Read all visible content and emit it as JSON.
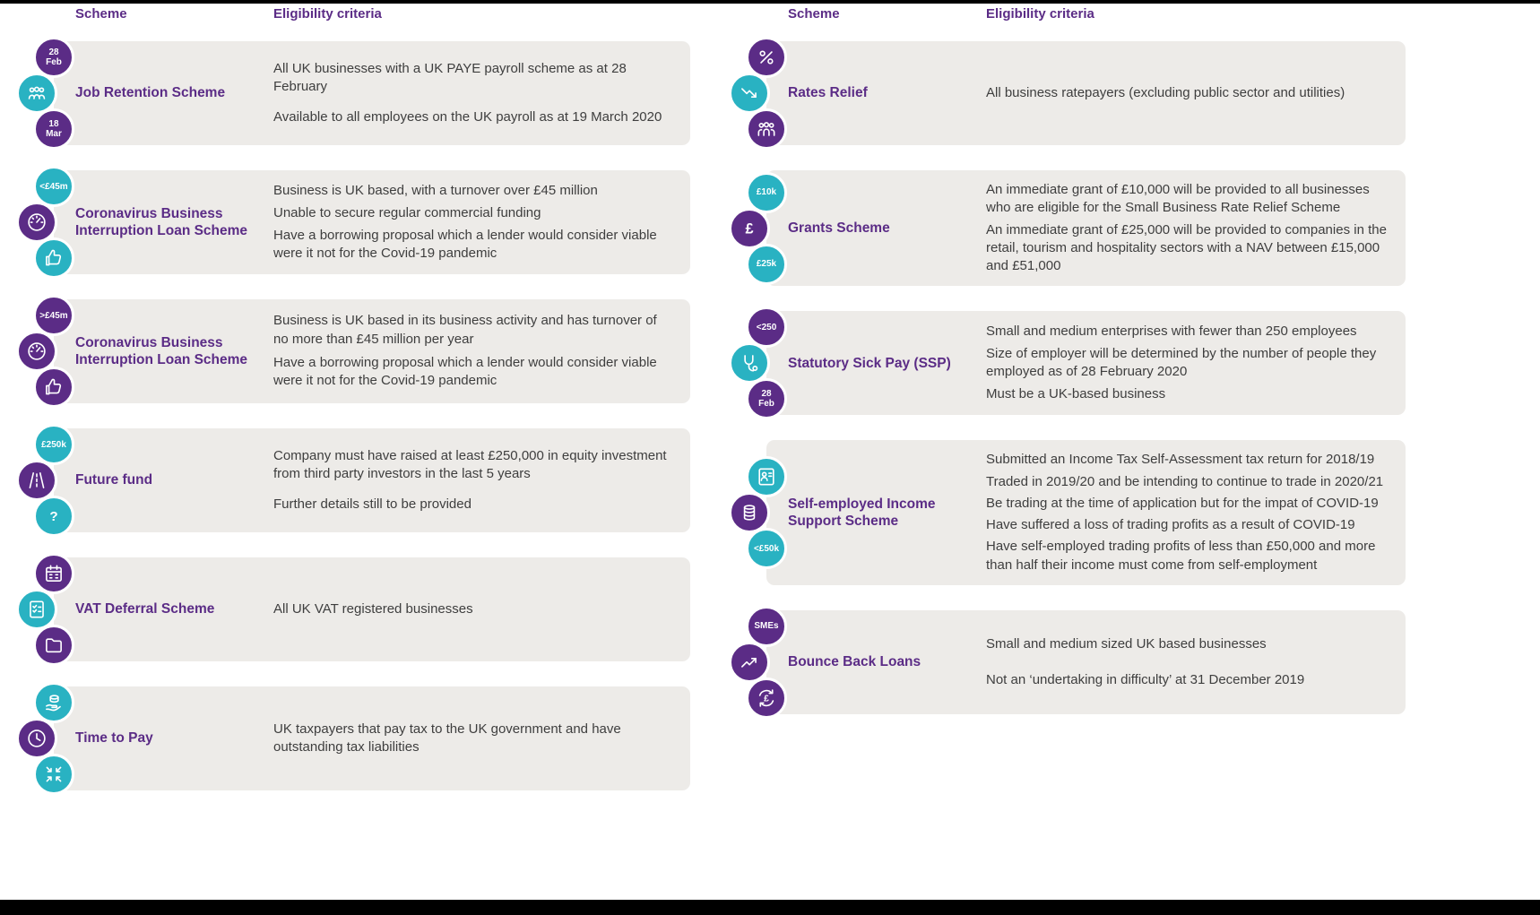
{
  "colors": {
    "purple": "#5b2c86",
    "teal": "#29b2c2",
    "card_bg": "#edebe8",
    "text": "#3e3e3e"
  },
  "columns": [
    {
      "header": {
        "scheme_label": "Scheme",
        "criteria_label": "Eligibility criteria"
      },
      "rows": [
        {
          "name": "Job Retention Scheme",
          "icons": [
            {
              "kind": "badge",
              "color": "purple",
              "text": "28\nFeb",
              "name": "date-28-feb-badge"
            },
            {
              "kind": "glyph",
              "color": "teal",
              "icon": "payroll-people-icon",
              "name": "payroll-people-icon"
            },
            {
              "kind": "badge",
              "color": "purple",
              "text": "18\nMar",
              "name": "date-18-mar-badge"
            }
          ],
          "criteria": [
            "All UK businesses with a UK PAYE payroll scheme as at 28 February",
            "Available to all employees on the UK payroll as at 19 March 2020"
          ]
        },
        {
          "name": "Coronavirus Business Interruption Loan Scheme",
          "icons": [
            {
              "kind": "badge",
              "color": "teal",
              "text": "<£45m",
              "name": "under-45m-badge"
            },
            {
              "kind": "glyph",
              "color": "purple",
              "icon": "gauge-icon",
              "name": "gauge-icon"
            },
            {
              "kind": "glyph",
              "color": "teal",
              "icon": "thumbs-up-icon",
              "name": "thumbs-up-icon"
            }
          ],
          "criteria": [
            "Business is UK based, with a turnover over £45 million",
            "Unable to secure regular commercial funding",
            "Have a borrowing proposal which a lender would consider viable were it not for the Covid-19 pandemic"
          ]
        },
        {
          "name": "Coronavirus Business Interruption Loan Scheme",
          "icons": [
            {
              "kind": "badge",
              "color": "purple",
              "text": ">£45m",
              "name": "over-45m-badge"
            },
            {
              "kind": "glyph",
              "color": "purple",
              "icon": "gauge-icon",
              "name": "gauge-icon"
            },
            {
              "kind": "glyph",
              "color": "purple",
              "icon": "thumbs-up-icon",
              "name": "thumbs-up-icon"
            }
          ],
          "criteria": [
            "Business is UK based in its business activity and has turnover of no more than £45 million per year",
            "Have a borrowing proposal which a lender would consider viable were it not for the Covid-19 pandemic"
          ]
        },
        {
          "name": "Future fund",
          "icons": [
            {
              "kind": "badge",
              "color": "teal",
              "text": "£250k",
              "name": "250k-badge"
            },
            {
              "kind": "glyph",
              "color": "purple",
              "icon": "motorway-icon",
              "name": "motorway-icon"
            },
            {
              "kind": "glyph",
              "color": "teal",
              "icon": "question-icon",
              "name": "question-icon"
            }
          ],
          "criteria": [
            "Company must have raised at least £250,000 in equity investment from third party investors in the last 5 years",
            "Further details still to be provided"
          ]
        },
        {
          "name": "VAT Deferral Scheme",
          "icons": [
            {
              "kind": "glyph",
              "color": "purple",
              "icon": "calendar-icon",
              "name": "calendar-icon"
            },
            {
              "kind": "glyph",
              "color": "teal",
              "icon": "checklist-icon",
              "name": "checklist-icon"
            },
            {
              "kind": "glyph",
              "color": "purple",
              "icon": "folder-icon",
              "name": "folder-icon"
            }
          ],
          "criteria": [
            "All UK VAT registered businesses"
          ]
        },
        {
          "name": "Time to Pay",
          "icons": [
            {
              "kind": "glyph",
              "color": "teal",
              "icon": "coins-hand-icon",
              "name": "coins-hand-icon"
            },
            {
              "kind": "glyph",
              "color": "purple",
              "icon": "clock-icon",
              "name": "clock-icon"
            },
            {
              "kind": "glyph",
              "color": "teal",
              "icon": "converge-arrows-icon",
              "name": "converge-arrows-icon"
            }
          ],
          "criteria": [
            "UK taxpayers that pay tax to the UK government and have outstanding tax liabilities"
          ]
        }
      ]
    },
    {
      "header": {
        "scheme_label": "Scheme",
        "criteria_label": "Eligibility criteria"
      },
      "rows": [
        {
          "name": "Rates Relief",
          "icons": [
            {
              "kind": "glyph",
              "color": "purple",
              "icon": "percent-icon",
              "name": "percent-icon"
            },
            {
              "kind": "glyph",
              "color": "teal",
              "icon": "chart-decrease-icon",
              "name": "chart-decrease-icon"
            },
            {
              "kind": "glyph",
              "color": "purple",
              "icon": "group-icon",
              "name": "group-icon"
            }
          ],
          "criteria": [
            "All business ratepayers (excluding public sector and utilities)"
          ]
        },
        {
          "name": "Grants Scheme",
          "icons": [
            {
              "kind": "badge",
              "color": "teal",
              "text": "£10k",
              "name": "10k-badge"
            },
            {
              "kind": "glyph",
              "color": "purple",
              "icon": "pound-icon",
              "name": "pound-icon"
            },
            {
              "kind": "badge",
              "color": "teal",
              "text": "£25k",
              "name": "25k-badge"
            }
          ],
          "criteria": [
            "An immediate grant of £10,000 will be provided to all businesses who are eligible for the Small Business Rate Relief Scheme",
            "An immediate grant of £25,000 will be provided to companies in the retail, tourism and hospitality sectors with a NAV between £15,000 and £51,000"
          ]
        },
        {
          "name": "Statutory Sick Pay (SSP)",
          "icons": [
            {
              "kind": "badge",
              "color": "purple",
              "text": "<250",
              "name": "under-250-badge"
            },
            {
              "kind": "glyph",
              "color": "teal",
              "icon": "stethoscope-icon",
              "name": "stethoscope-icon"
            },
            {
              "kind": "badge",
              "color": "purple",
              "text": "28\nFeb",
              "name": "date-28-feb-badge"
            }
          ],
          "criteria": [
            "Small and medium enterprises with fewer than 250 employees",
            "Size of employer will be determined by the number of people they employed as of 28 February 2020",
            "Must be a UK-based business"
          ]
        },
        {
          "name": "Self-employed Income Support Scheme",
          "icons": [
            {
              "kind": "glyph",
              "color": "teal",
              "icon": "person-document-icon",
              "name": "person-document-icon"
            },
            {
              "kind": "glyph",
              "color": "purple",
              "icon": "coins-stack-icon",
              "name": "coins-stack-icon"
            },
            {
              "kind": "badge",
              "color": "teal",
              "text": "<£50k",
              "name": "under-50k-badge"
            }
          ],
          "criteria": [
            "Submitted an Income Tax Self-Assessment tax return for 2018/19",
            "Traded in 2019/20 and be intending to continue to trade in 2020/21",
            "Be trading at the time of application but for the impat of COVID-19",
            "Have suffered a loss of trading profits as a result of COVID-19",
            "Have self-employed trading profits of less than £50,000 and more than half their income must come from self-employment"
          ]
        },
        {
          "name": "Bounce Back Loans",
          "icons": [
            {
              "kind": "badge",
              "color": "purple",
              "text": "SMEs",
              "name": "smes-badge"
            },
            {
              "kind": "glyph",
              "color": "purple",
              "icon": "chart-increase-icon",
              "name": "chart-increase-icon"
            },
            {
              "kind": "glyph",
              "color": "purple",
              "icon": "pound-refresh-icon",
              "name": "pound-refresh-icon"
            }
          ],
          "criteria": [
            "Small and medium sized UK based businesses",
            "Not an ‘undertaking in difficulty’ at 31 December 2019"
          ]
        }
      ]
    }
  ]
}
